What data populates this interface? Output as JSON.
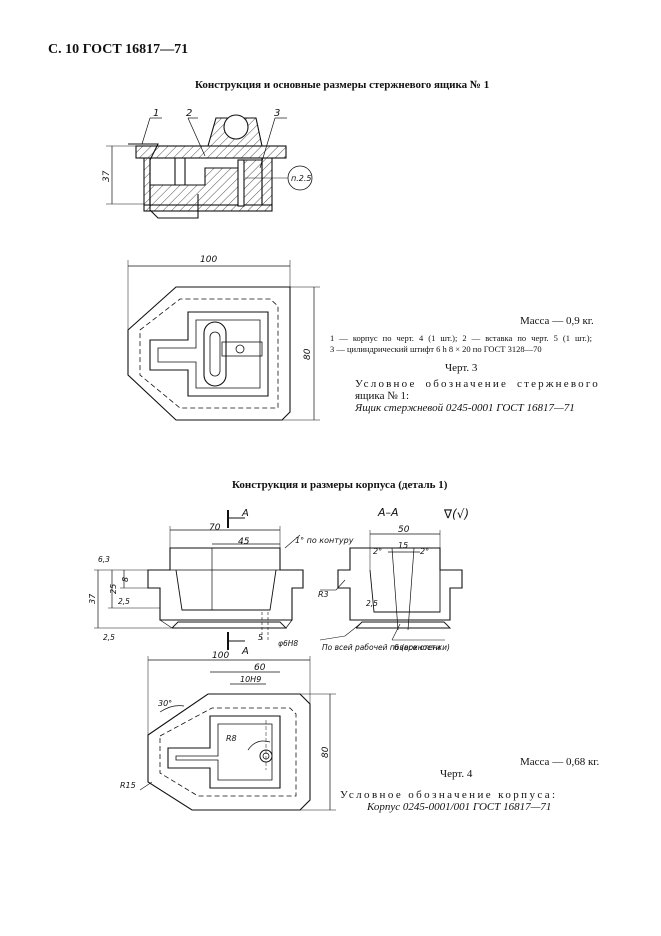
{
  "header": {
    "page_label": "С. 10 ГОСТ 16817—71"
  },
  "section1": {
    "title": "Конструкция и основные размеры стержневого ящика № 1",
    "leaders": [
      "1",
      "2",
      "3"
    ],
    "dim_height": "37",
    "callout": "п.2.5",
    "dim_width": "100",
    "dim_side": "80",
    "mass": "Масса — 0,9 кг.",
    "legend": [
      "1 — корпус по черт. 4 (1 шт.); 2 — вставка по черт. 5 (1 шт.);",
      "3 — цилиндрический штифт 6 h 8 × 20 по ГОСТ 3128—70"
    ],
    "figure_label": "Черт. 3",
    "designation_lines": [
      "Условное обозначение стержневого",
      "ящика № 1:",
      "Ящик стержневой 0245-0001 ГОСТ 16817—71"
    ]
  },
  "section2": {
    "title": "Конструкция и размеры корпуса (деталь 1)",
    "section_mark": "A",
    "section_view": "A–A",
    "roughness": "∇(√)",
    "dims": {
      "d70": "70",
      "d45": "45",
      "slope_contour": "1° по контуру",
      "d63": "6,3",
      "d8": "8",
      "d25": "25",
      "d37": "37",
      "d25b": "2,5",
      "d25c": "2,5",
      "d5": "5",
      "hole": "φ6Н8",
      "d50": "50",
      "d15": "15",
      "ang1": "2°",
      "ang2": "2°",
      "r3": "R3",
      "d25d": "2,5",
      "note_surface": "По всей рабочей поверхности",
      "note_walls": "6 (все стенки)",
      "d100": "100",
      "d60": "60",
      "d10": "10Н9",
      "ang30": "30°",
      "r8": "R8",
      "d80": "80",
      "r15": "R15"
    },
    "mass": "Масса — 0,68 кг.",
    "figure_label": "Черт. 4",
    "designation_lines": [
      "Условное обозначение корпуса:",
      "Корпус 0245-0001/001 ГОСТ 16817—71"
    ]
  }
}
